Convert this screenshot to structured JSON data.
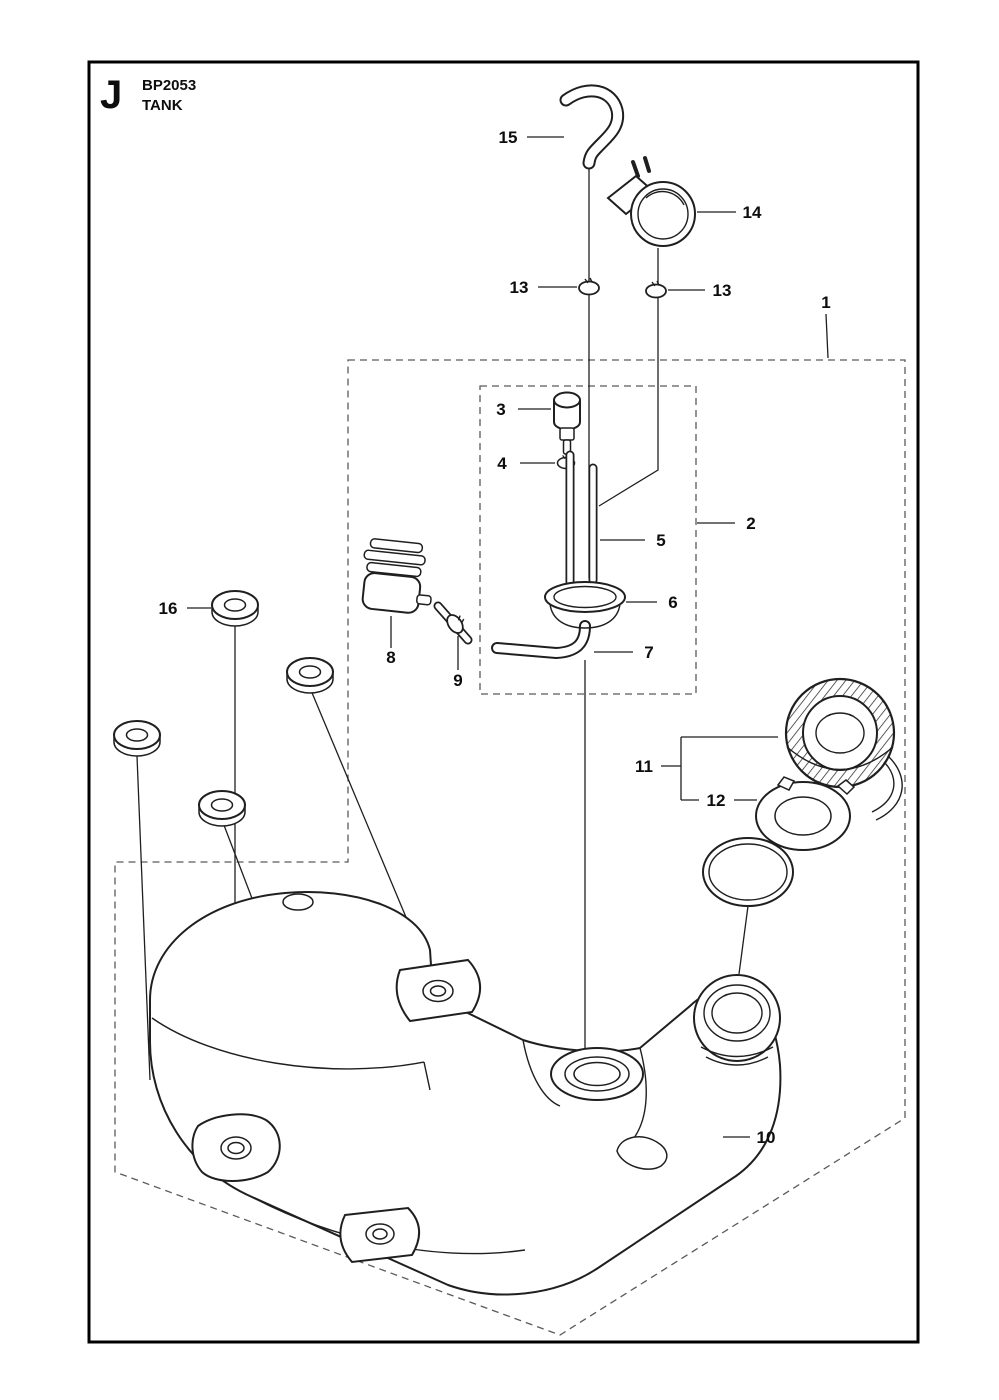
{
  "page": {
    "letter": "J",
    "model": "BP2053",
    "section": "TANK"
  },
  "callouts": {
    "n1": "1",
    "n2": "2",
    "n3": "3",
    "n4": "4",
    "n5": "5",
    "n6": "6",
    "n7": "7",
    "n8": "8",
    "n9": "9",
    "n10": "10",
    "n11": "11",
    "n12": "12",
    "n13": "13",
    "n14": "14",
    "n15": "15",
    "n16": "16"
  }
}
